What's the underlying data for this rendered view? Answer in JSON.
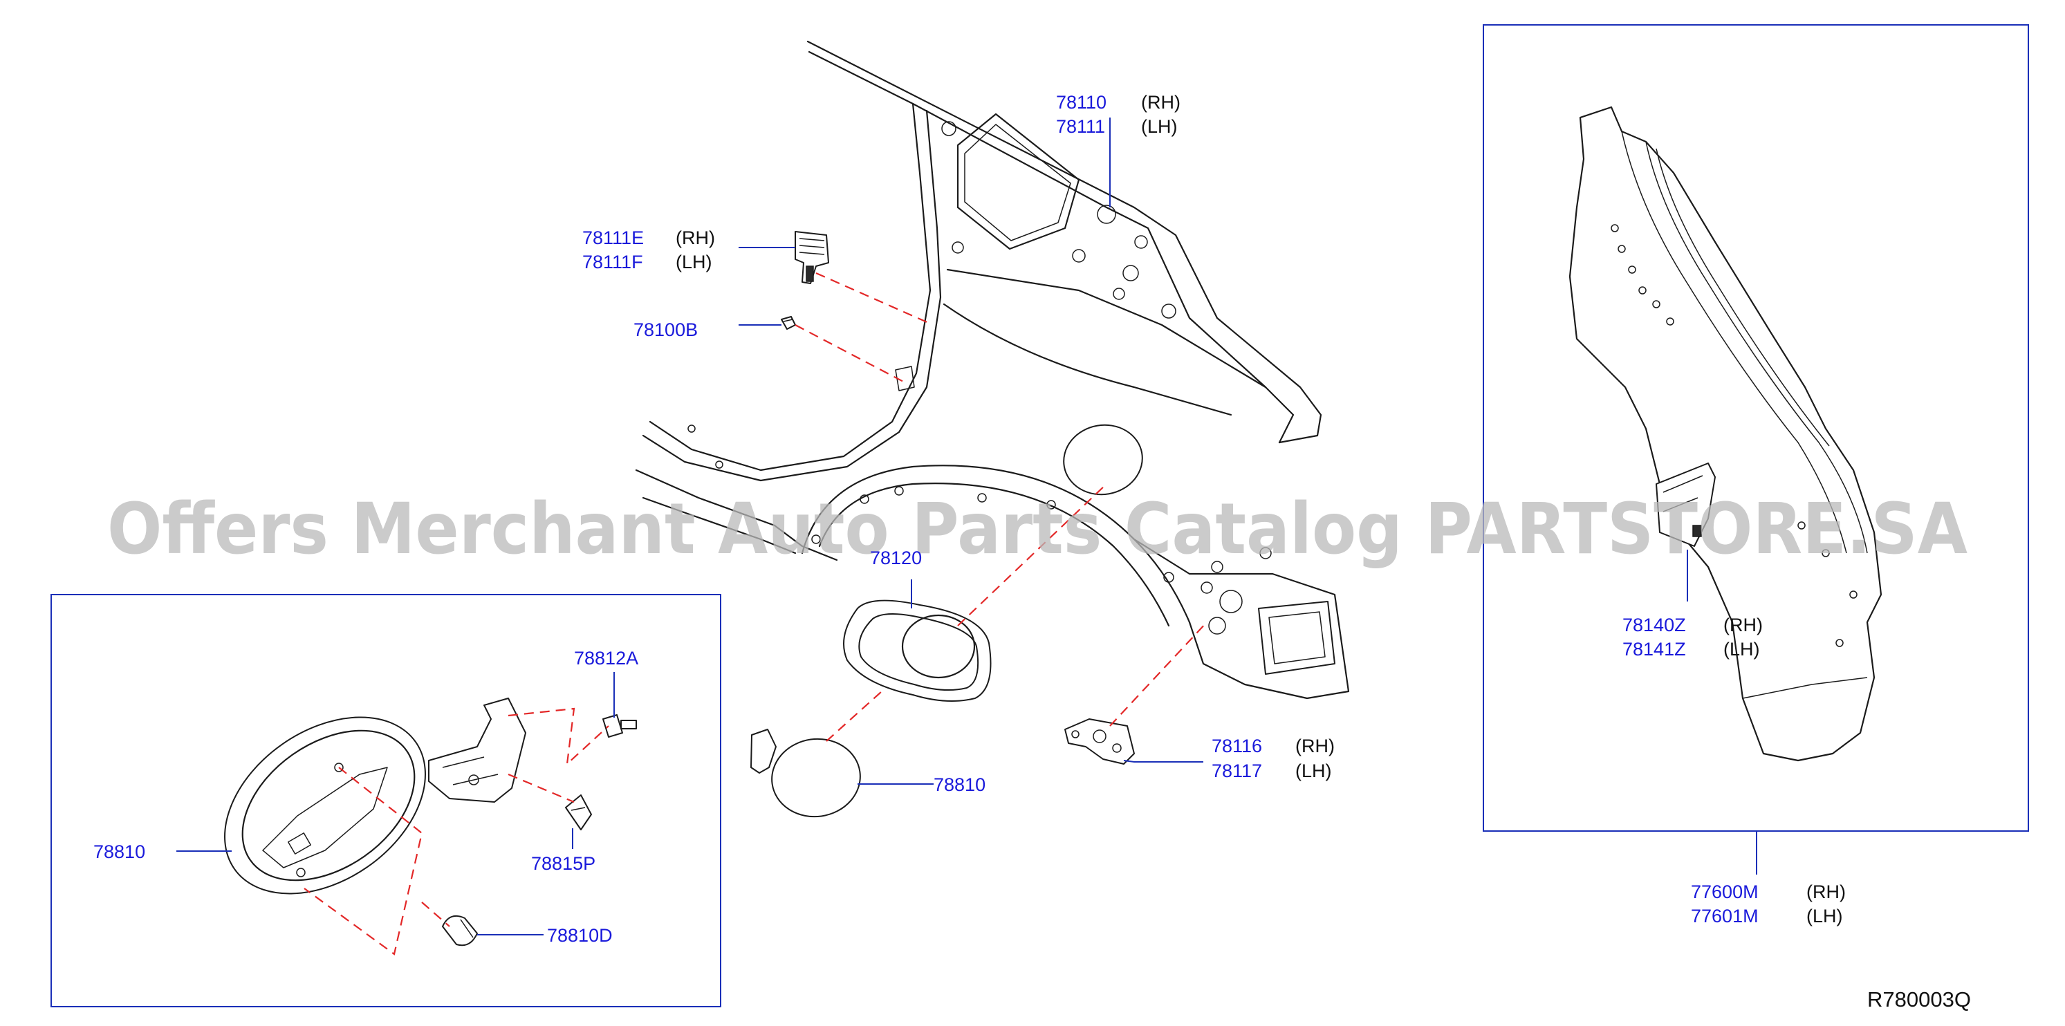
{
  "watermark": "Offers Merchant Auto Parts Catalog PARTSTORE.SA",
  "diagram_code": "R780003Q",
  "callouts": {
    "c78110": {
      "number": "78110",
      "side": "(RH)"
    },
    "c78111": {
      "number": "78111",
      "side": "(LH)"
    },
    "c78111E": {
      "number": "78111E",
      "side": "(RH)"
    },
    "c78111F": {
      "number": "78111F",
      "side": "(LH)"
    },
    "c78100B": {
      "number": "78100B"
    },
    "c78120": {
      "number": "78120"
    },
    "c78810_lid": {
      "number": "78810"
    },
    "c78116": {
      "number": "78116",
      "side": "(RH)"
    },
    "c78117": {
      "number": "78117",
      "side": "(LH)"
    },
    "c78140Z": {
      "number": "78140Z",
      "side": "(RH)"
    },
    "c78141Z": {
      "number": "78141Z",
      "side": "(LH)"
    },
    "c77600M": {
      "number": "77600M",
      "side": "(RH)"
    },
    "c77601M": {
      "number": "77601M",
      "side": "(LH)"
    },
    "c78812A": {
      "number": "78812A"
    },
    "c78815P": {
      "number": "78815P"
    },
    "c78810_inset": {
      "number": "78810"
    },
    "c78810D": {
      "number": "78810D"
    }
  }
}
